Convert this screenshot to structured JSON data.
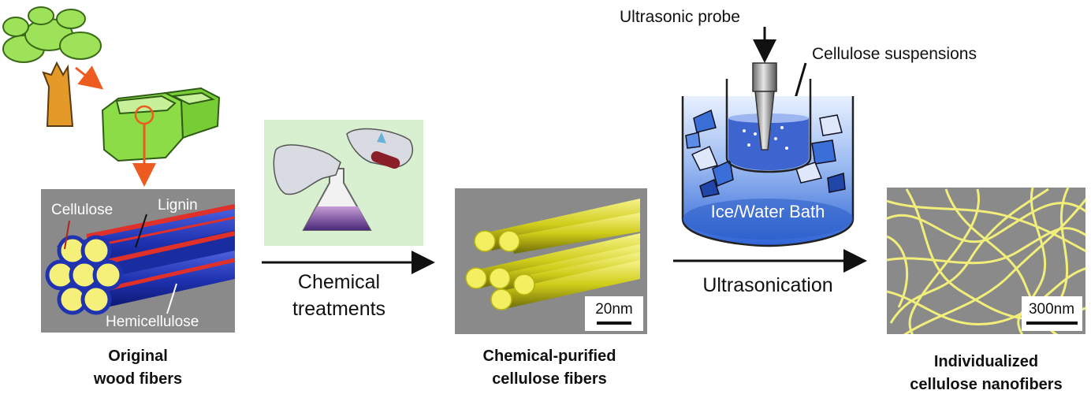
{
  "stages": {
    "original": {
      "caption_line1": "Original",
      "caption_line2": "wood fibers"
    },
    "purified": {
      "caption_line1": "Chemical-purified",
      "caption_line2": "cellulose fibers"
    },
    "nano": {
      "caption_line1": "Individualized",
      "caption_line2": "cellulose nanofibers"
    }
  },
  "labels": {
    "cellulose": "Cellulose",
    "lignin": "Lignin",
    "hemicellulose": "Hemicellulose",
    "ultrasonic_probe": "Ultrasonic probe",
    "cellulose_suspensions": "Cellulose suspensions",
    "ice_water_bath": "Ice/Water Bath"
  },
  "steps": {
    "chemical_line1": "Chemical",
    "chemical_line2": "treatments",
    "ultrasonication": "Ultrasonication"
  },
  "scale_bars": {
    "purified": "20nm",
    "nano": "300nm"
  },
  "colors": {
    "panel_gray": "#8a8a8a",
    "fiber_blue": "#2438b8",
    "lignin_red": "#e0302a",
    "cellulose_yellow": "#f1ee7a",
    "arrow_orange": "#ee5b1f",
    "cell_green": "#8fe04a",
    "bath_blue": "#4a7fe0",
    "lab_panel": "#d8efd0"
  }
}
